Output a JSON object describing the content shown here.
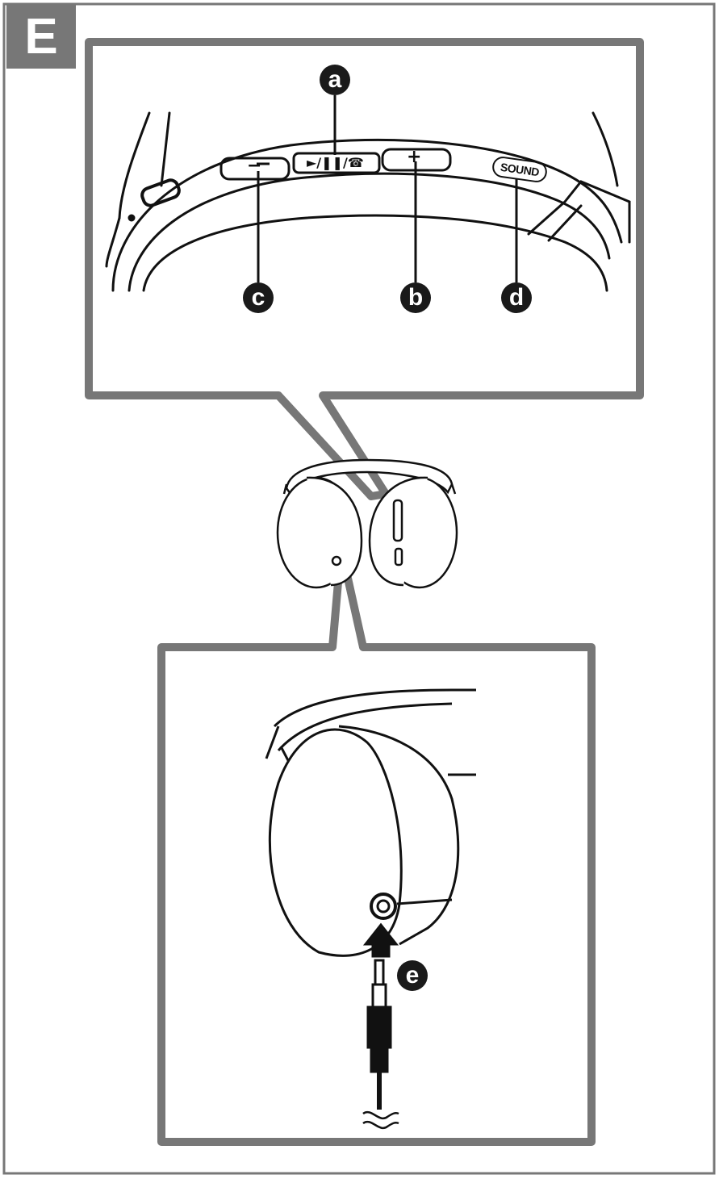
{
  "figure": {
    "section_letter": "E",
    "callouts": {
      "a": "a",
      "b": "b",
      "c": "c",
      "d": "d",
      "e": "e"
    },
    "buttons": {
      "minus_symbol": "−",
      "play_pause_call_symbol": "►/❚❚/",
      "plus_symbol": "+",
      "sound_label": "SOUND"
    },
    "colors": {
      "frame_gray": "#777777",
      "ink": "#1a1a1a",
      "background": "#ffffff"
    },
    "icons": [
      "play-pause-call-icon",
      "audio-jack-icon",
      "insert-arrow-icon",
      "cable-break-icon"
    ]
  }
}
